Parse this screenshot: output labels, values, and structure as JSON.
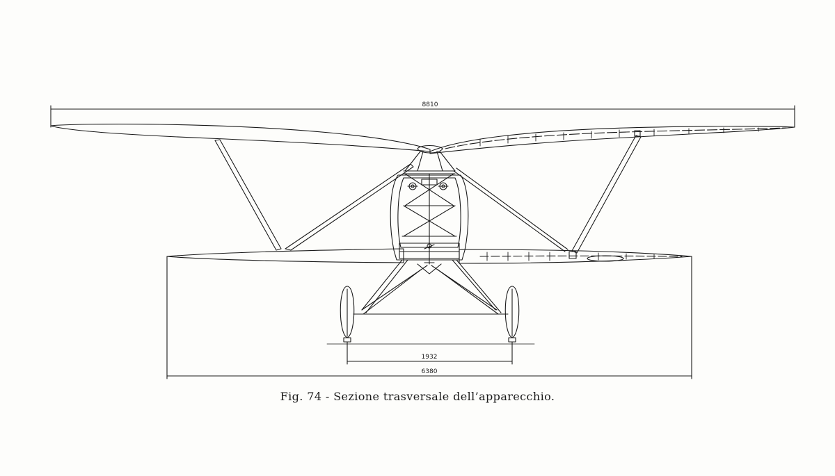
{
  "dimensions": {
    "upper_span": "8810",
    "lower_span": "6380",
    "track": "1932"
  },
  "caption": "Fig. 74 - Sezione trasversale dell’apparecchio.",
  "colors": {
    "ink": "#1a1a1a",
    "paper": "#fdfdfb"
  }
}
